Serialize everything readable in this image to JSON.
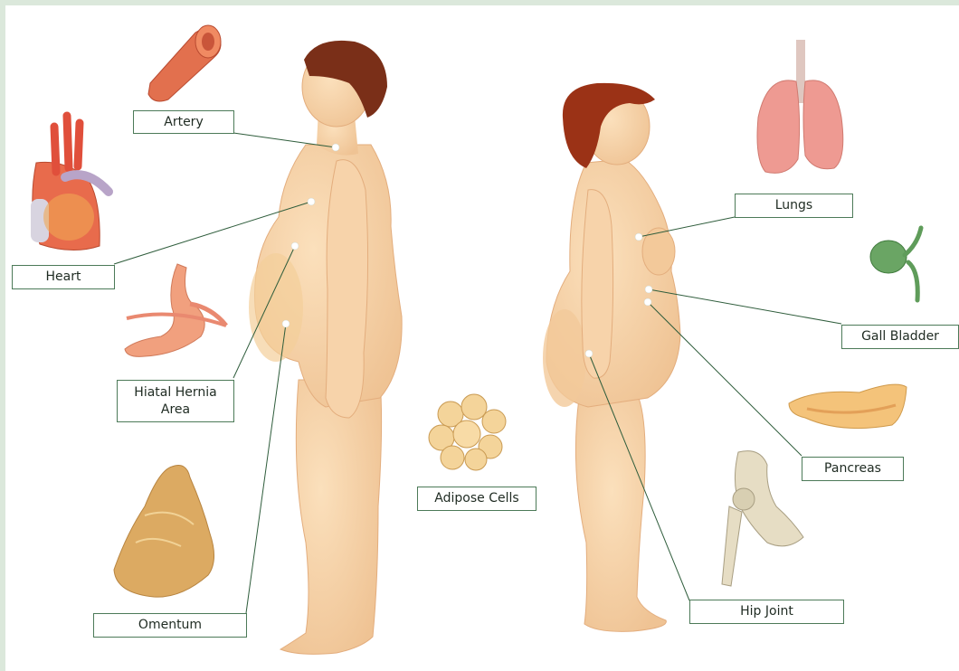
{
  "labels": {
    "artery": "Artery",
    "heart": "Heart",
    "hiatal_hernia_line1": "Hiatal Hernia",
    "hiatal_hernia_line2": "Area",
    "omentum": "Omentum",
    "adipose_cells": "Adipose Cells",
    "lungs": "Lungs",
    "gall_bladder": "Gall Bladder",
    "pancreas": "Pancreas",
    "hip_joint": "Hip Joint"
  },
  "colors": {
    "skin": "#f6d2a8",
    "skin_shade": "#eab98c",
    "hair_male": "#7a2f18",
    "hair_female": "#9b3216",
    "leader_line": "#2f5d3c",
    "label_border": "#4c7a58",
    "frame": "#dbe8db",
    "organ_red": "#e2614a",
    "lung_pink": "#ee9a92",
    "omentum_tan": "#d9a960",
    "bone": "#e6ddc4",
    "gallbladder_green": "#5f9c5a"
  }
}
